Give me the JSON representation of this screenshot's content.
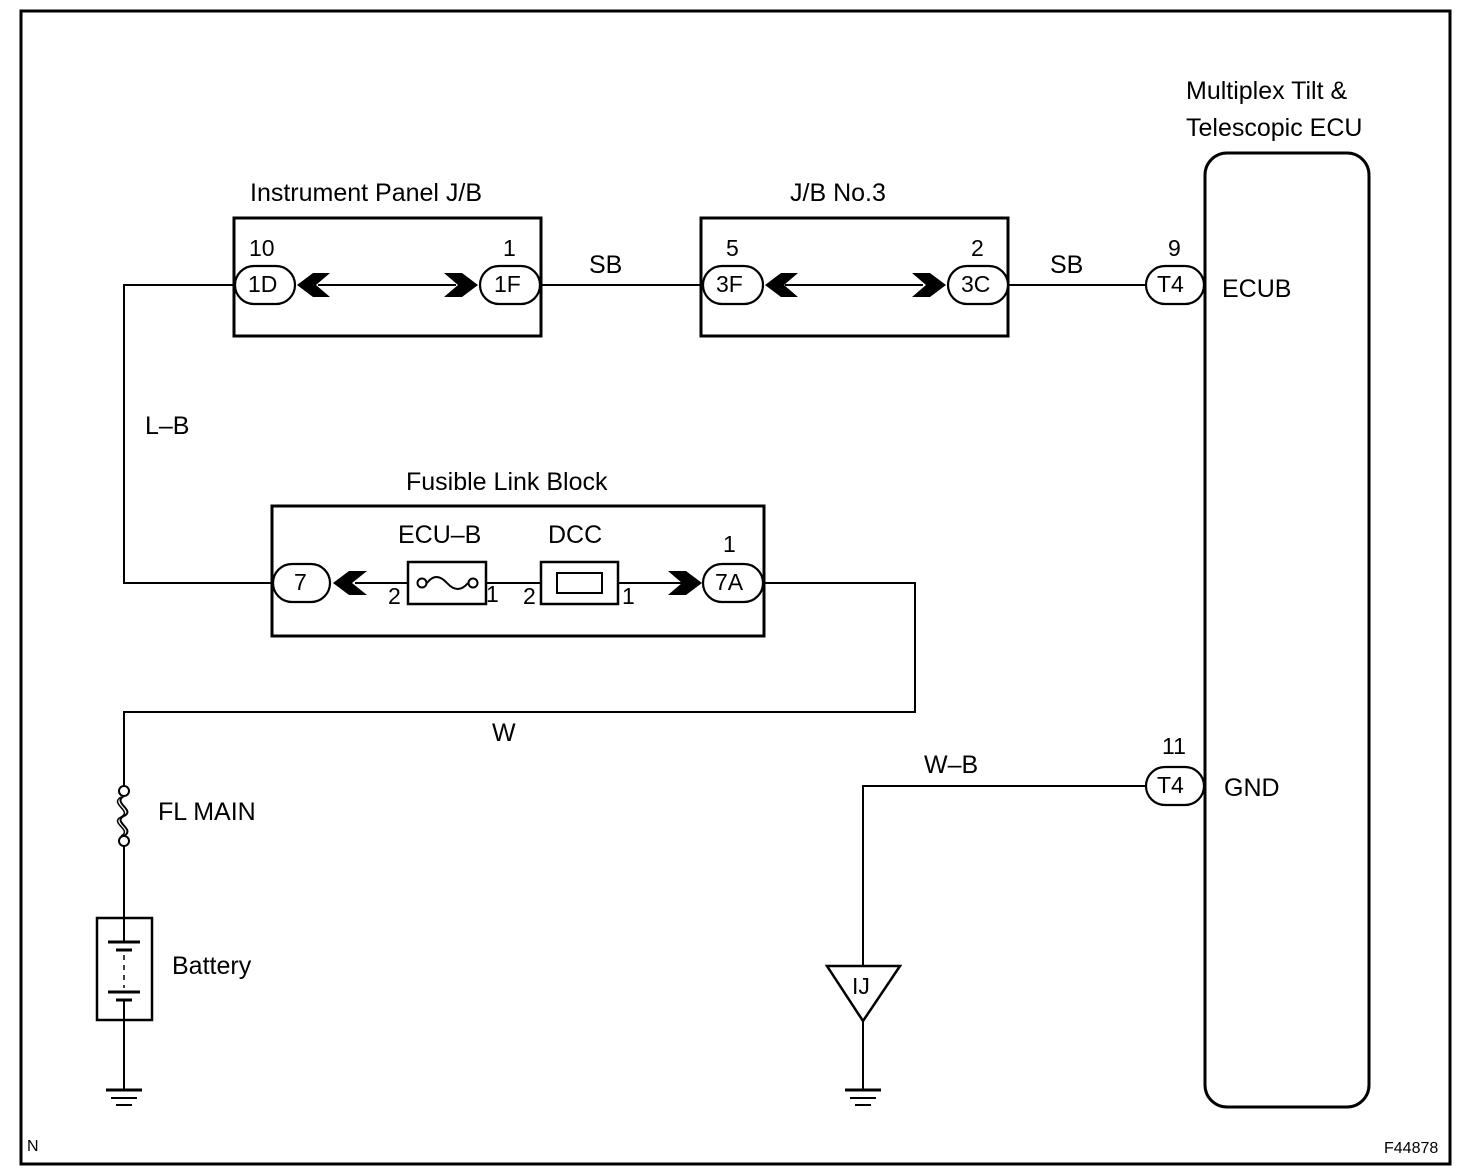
{
  "corner_left": "N",
  "figure_code": "F44878",
  "ecu": {
    "title_line1": "Multiplex Tilt &",
    "title_line2": "Telescopic ECU",
    "terminal_ecub": "ECUB",
    "terminal_gnd": "GND",
    "pin_ecub": "9",
    "pin_gnd": "11",
    "connector_ecub": "T4",
    "connector_gnd": "T4"
  },
  "instrument_panel_jb": {
    "title": "Instrument Panel J/B",
    "left_pin": "10",
    "left_connector": "1D",
    "right_pin": "1",
    "right_connector": "1F"
  },
  "jb_no3": {
    "title": "J/B No.3",
    "left_pin": "5",
    "left_connector": "3F",
    "right_pin": "2",
    "right_connector": "3C"
  },
  "fusible_link_block": {
    "title": "Fusible Link Block",
    "left_connector": "7",
    "fuse_ecub_label": "ECU–B",
    "fuse_ecub_pin_left": "2",
    "fuse_ecub_pin_right": "1",
    "fuse_dcc_label": "DCC",
    "fuse_dcc_pin_left": "2",
    "fuse_dcc_pin_right": "1",
    "right_pin": "1",
    "right_connector": "7A"
  },
  "wires": {
    "sb_left": "SB",
    "sb_right": "SB",
    "lb": "L–B",
    "w": "W",
    "wb": "W–B"
  },
  "fl_main_label": "FL MAIN",
  "battery_label": "Battery",
  "ground_point": "IJ"
}
